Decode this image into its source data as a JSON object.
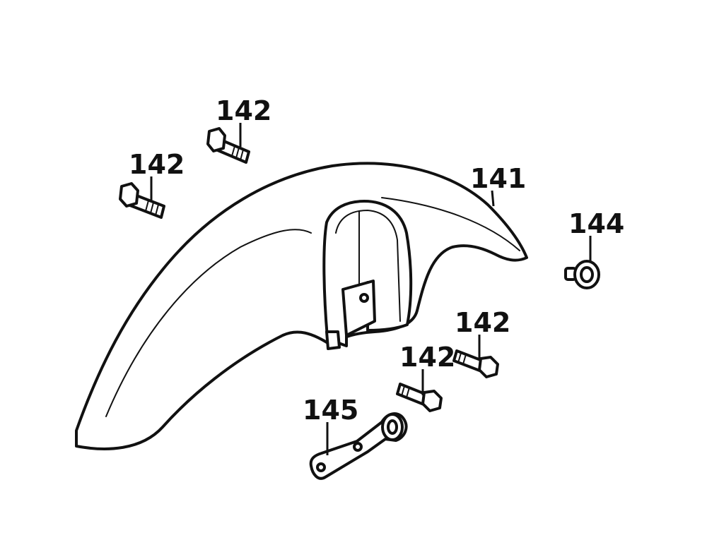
{
  "diagram": {
    "background": "#ffffff",
    "line_color": "#111111"
  },
  "callouts": {
    "fender": "141",
    "bolt_top": "142",
    "bolt_left": "142",
    "nut": "144",
    "bolt_right_upper": "142",
    "bolt_right_lower": "142",
    "bracket": "145"
  }
}
